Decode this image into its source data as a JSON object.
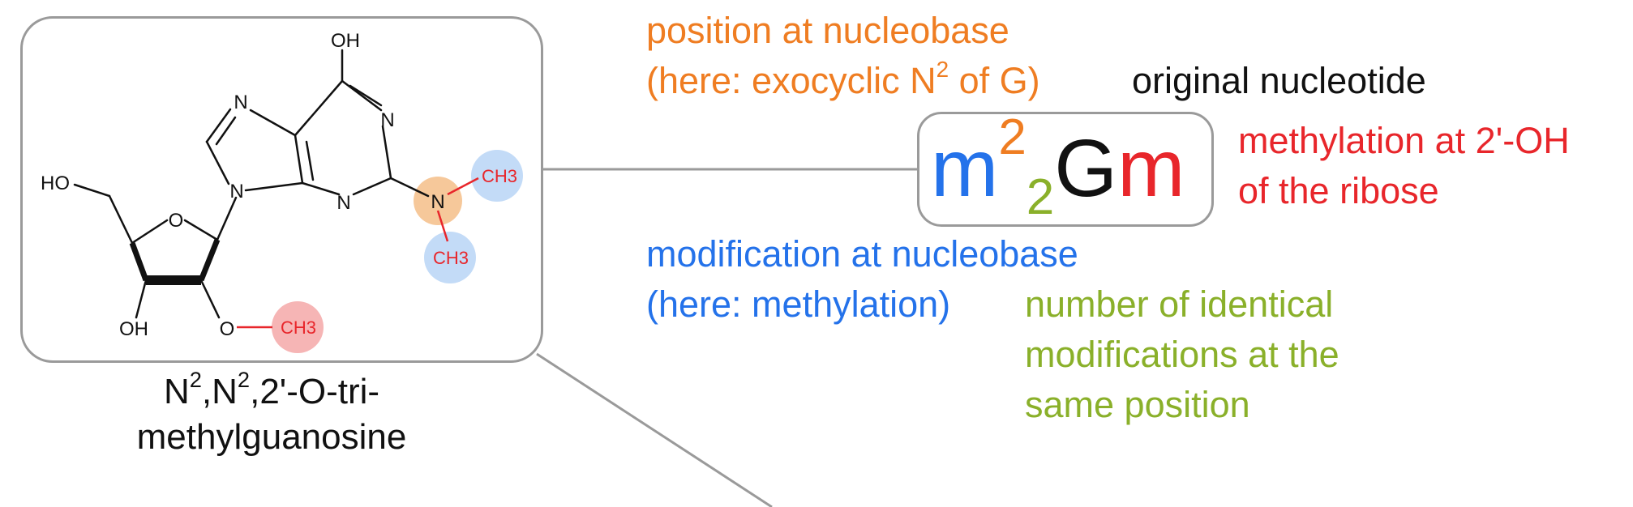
{
  "structure": {
    "atoms": {
      "oh_top": "OH",
      "n_upper_left": "N",
      "n_upper_right": "N",
      "n_lower_mid": "N",
      "n_lower_left": "N",
      "n_amine": "N",
      "ch3_top": "CH3",
      "ch3_bottom": "CH3",
      "ho_left": "HO",
      "o_ring": "O",
      "oh_bottom": "OH",
      "o_methoxy": "O",
      "ch3_ribose": "CH3"
    },
    "highlight_colors": {
      "amine": "#f6c89a",
      "methyl_blue": "#c3dbf7",
      "methyl_red": "#f6b5b5"
    }
  },
  "compound_name": {
    "line1_a": "N",
    "line1_sup_a": "2",
    "line1_b": ",N",
    "line1_sup_b": "2",
    "line1_c": ",2'-O-tri-",
    "line2": "methylguanosine"
  },
  "nomenclature": {
    "prefix": "m",
    "superscript": "2",
    "subscript": "2",
    "base": "G",
    "suffix": "m"
  },
  "annotations": {
    "position_line1": "position at nucleobase",
    "position_line2_a": "(here: exocyclic N",
    "position_line2_sup": "2",
    "position_line2_b": " of G)",
    "original": "original nucleotide",
    "ribose_line1": "methylation at 2'-OH",
    "ribose_line2": "of the ribose",
    "modification_line1": "modification at nucleobase",
    "modification_line2": "(here: methylation)",
    "count_line1": "number of identical",
    "count_line2": "modifications at the",
    "count_line3": "same position"
  },
  "colors": {
    "position": "#ef7d22",
    "original": "#111111",
    "ribose": "#e8262b",
    "modification": "#2472ea",
    "count": "#8ab02a",
    "frame": "#9a9a9a"
  }
}
